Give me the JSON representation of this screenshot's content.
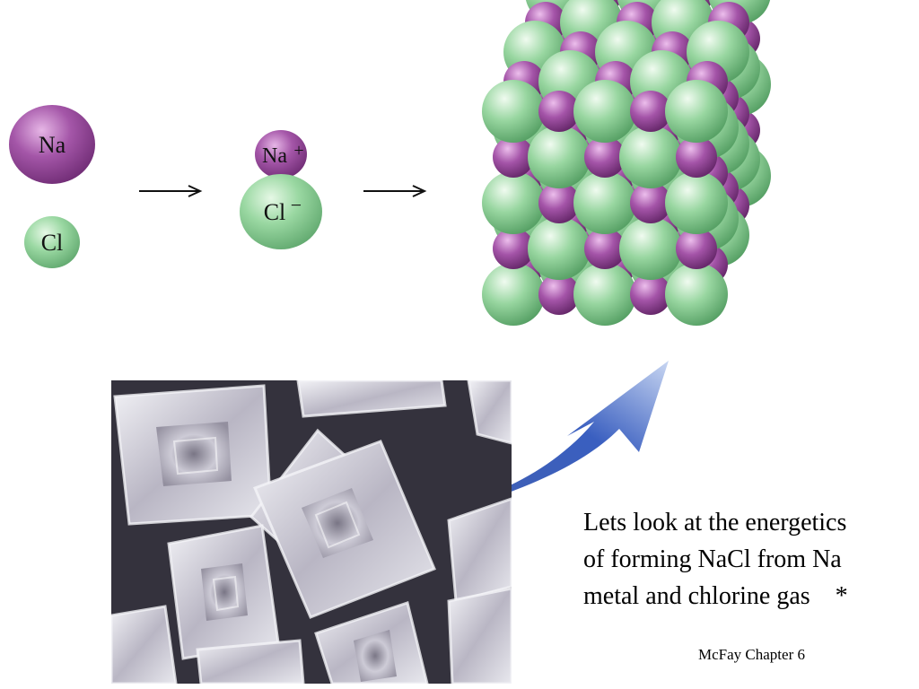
{
  "atoms": {
    "na_label": "Na",
    "cl_label": "Cl",
    "na_ion_label": "Na",
    "na_ion_charge": "+",
    "cl_ion_label": "Cl",
    "cl_ion_charge": "−"
  },
  "caption": {
    "line1": "Lets look at the energetics",
    "line2": "of forming NaCl from Na",
    "line3": "metal and chlorine gas    *"
  },
  "footer": "McFay Chapter 6",
  "colors": {
    "sodium": "#9a4b9e",
    "chlorine": "#8fd19a",
    "arrow": "#2f4fa8"
  },
  "icons": {
    "reaction_arrow": "right-arrow-icon",
    "curved_arrow": "curved-arrow-icon"
  }
}
